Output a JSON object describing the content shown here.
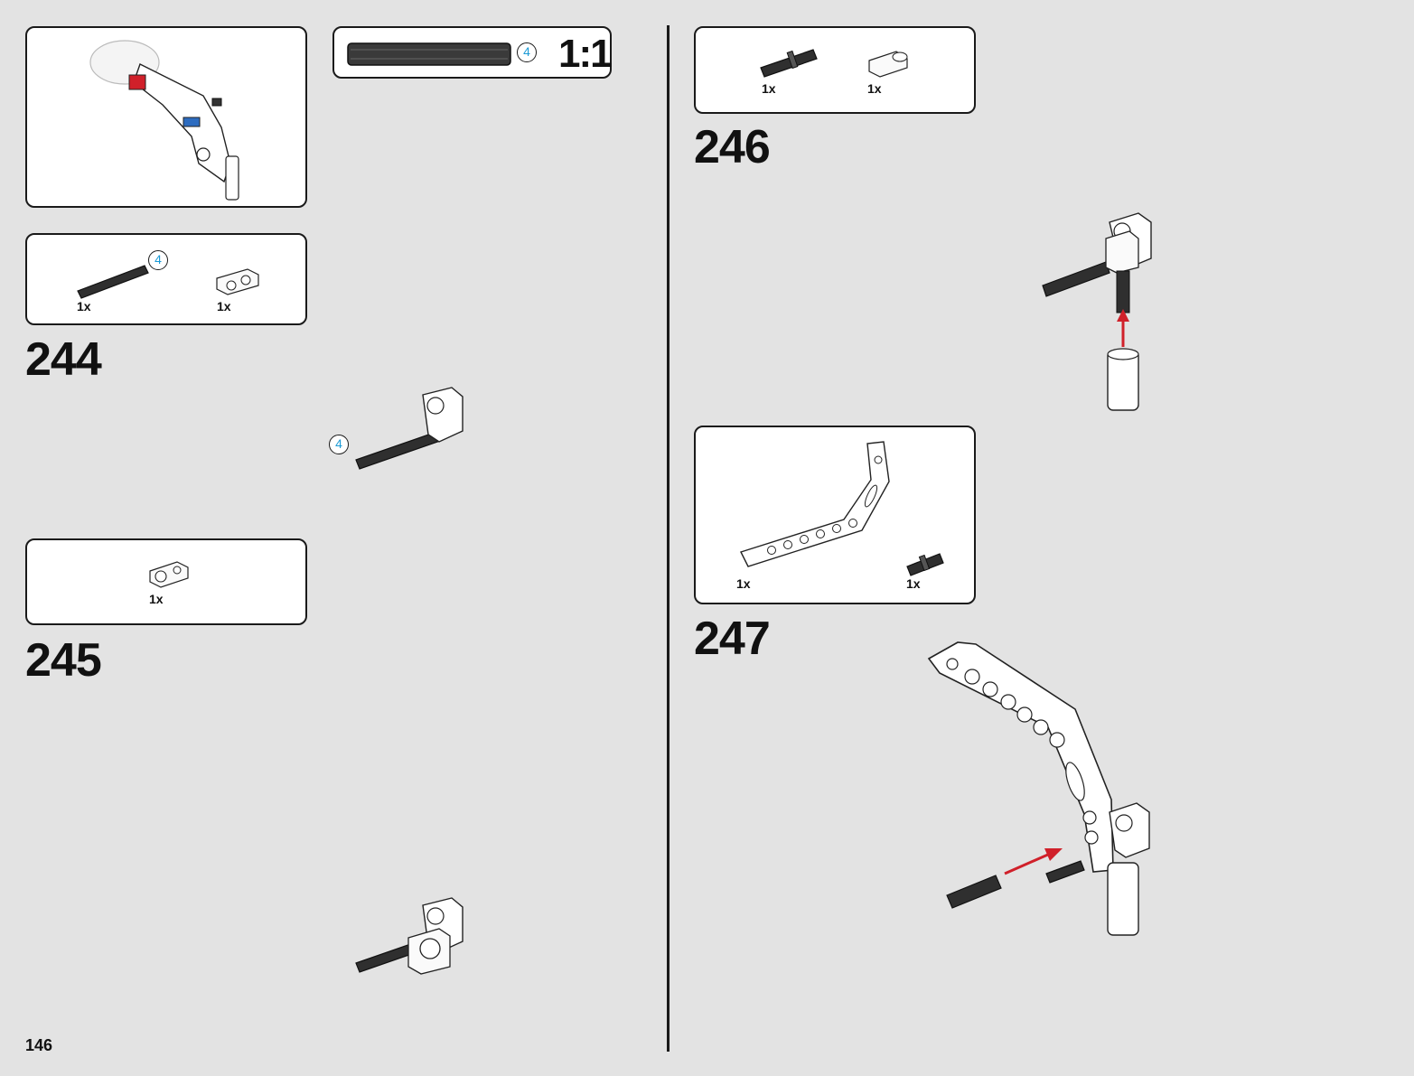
{
  "page": {
    "number": "146"
  },
  "colors": {
    "background": "#e3e3e3",
    "panel": "#ffffff",
    "border": "#1a1a1a",
    "badge": "#1a9ad6",
    "arrow": "#d0202a"
  },
  "scale_box": {
    "badge": "4",
    "scale": "1:1"
  },
  "steps": [
    {
      "number": "244",
      "parts": [
        {
          "qty": "1x",
          "icon": "axle-length-4-icon",
          "badge": "4"
        },
        {
          "qty": "1x",
          "icon": "axle-pin-connector-icon"
        }
      ],
      "callout_badge": "4"
    },
    {
      "number": "245",
      "parts": [
        {
          "qty": "1x",
          "icon": "cross-block-icon"
        }
      ]
    },
    {
      "number": "246",
      "parts": [
        {
          "qty": "1x",
          "icon": "axle-pin-icon"
        },
        {
          "qty": "1x",
          "icon": "pin-connector-round-icon"
        }
      ]
    },
    {
      "number": "247",
      "parts": [
        {
          "qty": "1x",
          "icon": "angled-beam-icon"
        },
        {
          "qty": "1x",
          "icon": "friction-pin-icon"
        }
      ]
    }
  ]
}
